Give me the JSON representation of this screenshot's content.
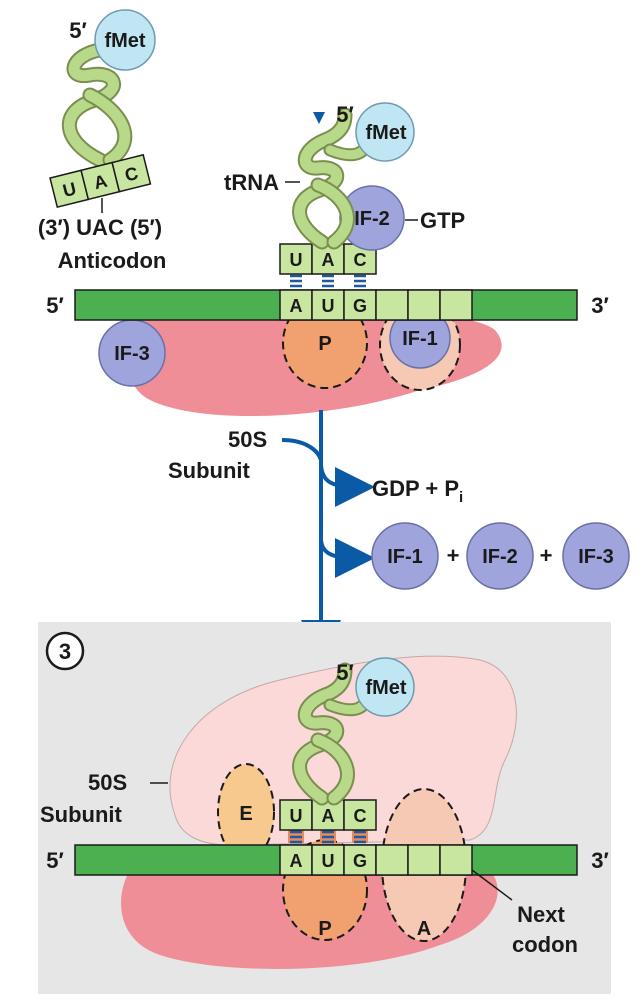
{
  "free_trna": {
    "end_5": "5′",
    "amino_acid": "fMet",
    "anticodon_bases": [
      "U",
      "A",
      "C"
    ],
    "anticodon_text": "(3′) UAC (5′)",
    "anticodon_label": "Anticodon"
  },
  "complex_top": {
    "trna_label": "tRNA",
    "trna_end_5": "5′",
    "amino_acid": "fMet",
    "if2": "IF-2",
    "gtp": "GTP",
    "anticodon_bases": [
      "U",
      "A",
      "C"
    ],
    "mrna_end_5": "5′",
    "mrna_end_3": "3′",
    "codon_bases": [
      "A",
      "U",
      "G"
    ],
    "p_site": "P",
    "if1": "IF-1",
    "if3": "IF-3"
  },
  "transition": {
    "subunit_label_line1": "50S",
    "subunit_label_line2": "Subunit",
    "gdp": "GDP + P",
    "gdp_sub": "i",
    "released": [
      "IF-1",
      "IF-2",
      "IF-3"
    ],
    "plus": "+"
  },
  "step3": {
    "step_number": "3",
    "trna_end_5": "5′",
    "amino_acid": "fMet",
    "subunit_label_line1": "50S",
    "subunit_label_line2": "Subunit",
    "e_site": "E",
    "p_site": "P",
    "a_site": "A",
    "anticodon_bases": [
      "U",
      "A",
      "C"
    ],
    "codon_bases": [
      "A",
      "U",
      "G"
    ],
    "mrna_end_5": "5′",
    "mrna_end_3": "3′",
    "next_codon_line1": "Next",
    "next_codon_line2": "codon"
  },
  "colors": {
    "mrna": "#4caf50",
    "codon_box": "#c8e6a0",
    "trna": "#b9d98a",
    "fmet": "#bfe6f2",
    "factor": "#9fa5dc",
    "small_subunit": "#ef8e96",
    "large_subunit": "#fbd9d9",
    "p_site": "#f1a070",
    "e_site": "#f7c98f",
    "a_site": "#f6c9b5",
    "arrow": "#0b5aa5",
    "panel": "#e6e6e6"
  }
}
